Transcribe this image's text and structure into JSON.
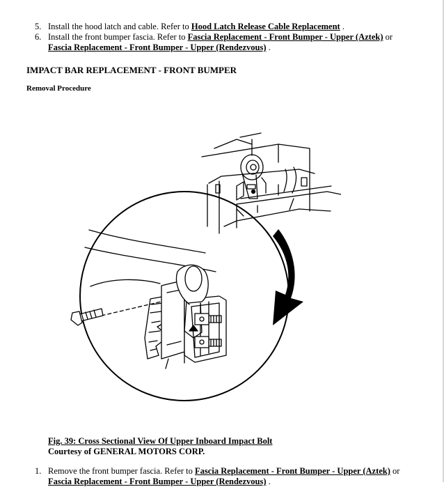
{
  "steps_top": [
    {
      "number": "5.",
      "text": "Install the hood latch and cable. Refer to ",
      "link": "Hood Latch Release Cable Replacement",
      "tail": " ."
    },
    {
      "number": "6.",
      "text": "Install the front bumper fascia. Refer to ",
      "link": "Fascia Replacement - Front Bumper - Upper (Aztek)",
      "mid": " or",
      "link2": "Fascia Replacement - Front Bumper - Upper (Rendezvous)",
      "tail": " ."
    }
  ],
  "section": {
    "heading": "IMPACT BAR REPLACEMENT - FRONT BUMPER",
    "subheading": "Removal Procedure"
  },
  "figure": {
    "caption_title": "Fig. 39: Cross Sectional View Of Upper Inboard Impact Bolt",
    "credit": "Courtesy of GENERAL MOTORS CORP."
  },
  "steps_bottom": [
    {
      "number": "1.",
      "text": "Remove the front bumper fascia. Refer to ",
      "link": "Fascia Replacement - Front Bumper - Upper (Aztek)",
      "mid": " or",
      "link2": "Fascia Replacement - Front Bumper - Upper (Rendezvous)",
      "tail": " ."
    }
  ],
  "colors": {
    "ink": "#000000",
    "paper": "#ffffff"
  },
  "icons": {
    "curved-arrow": "curved-arrow-icon"
  }
}
